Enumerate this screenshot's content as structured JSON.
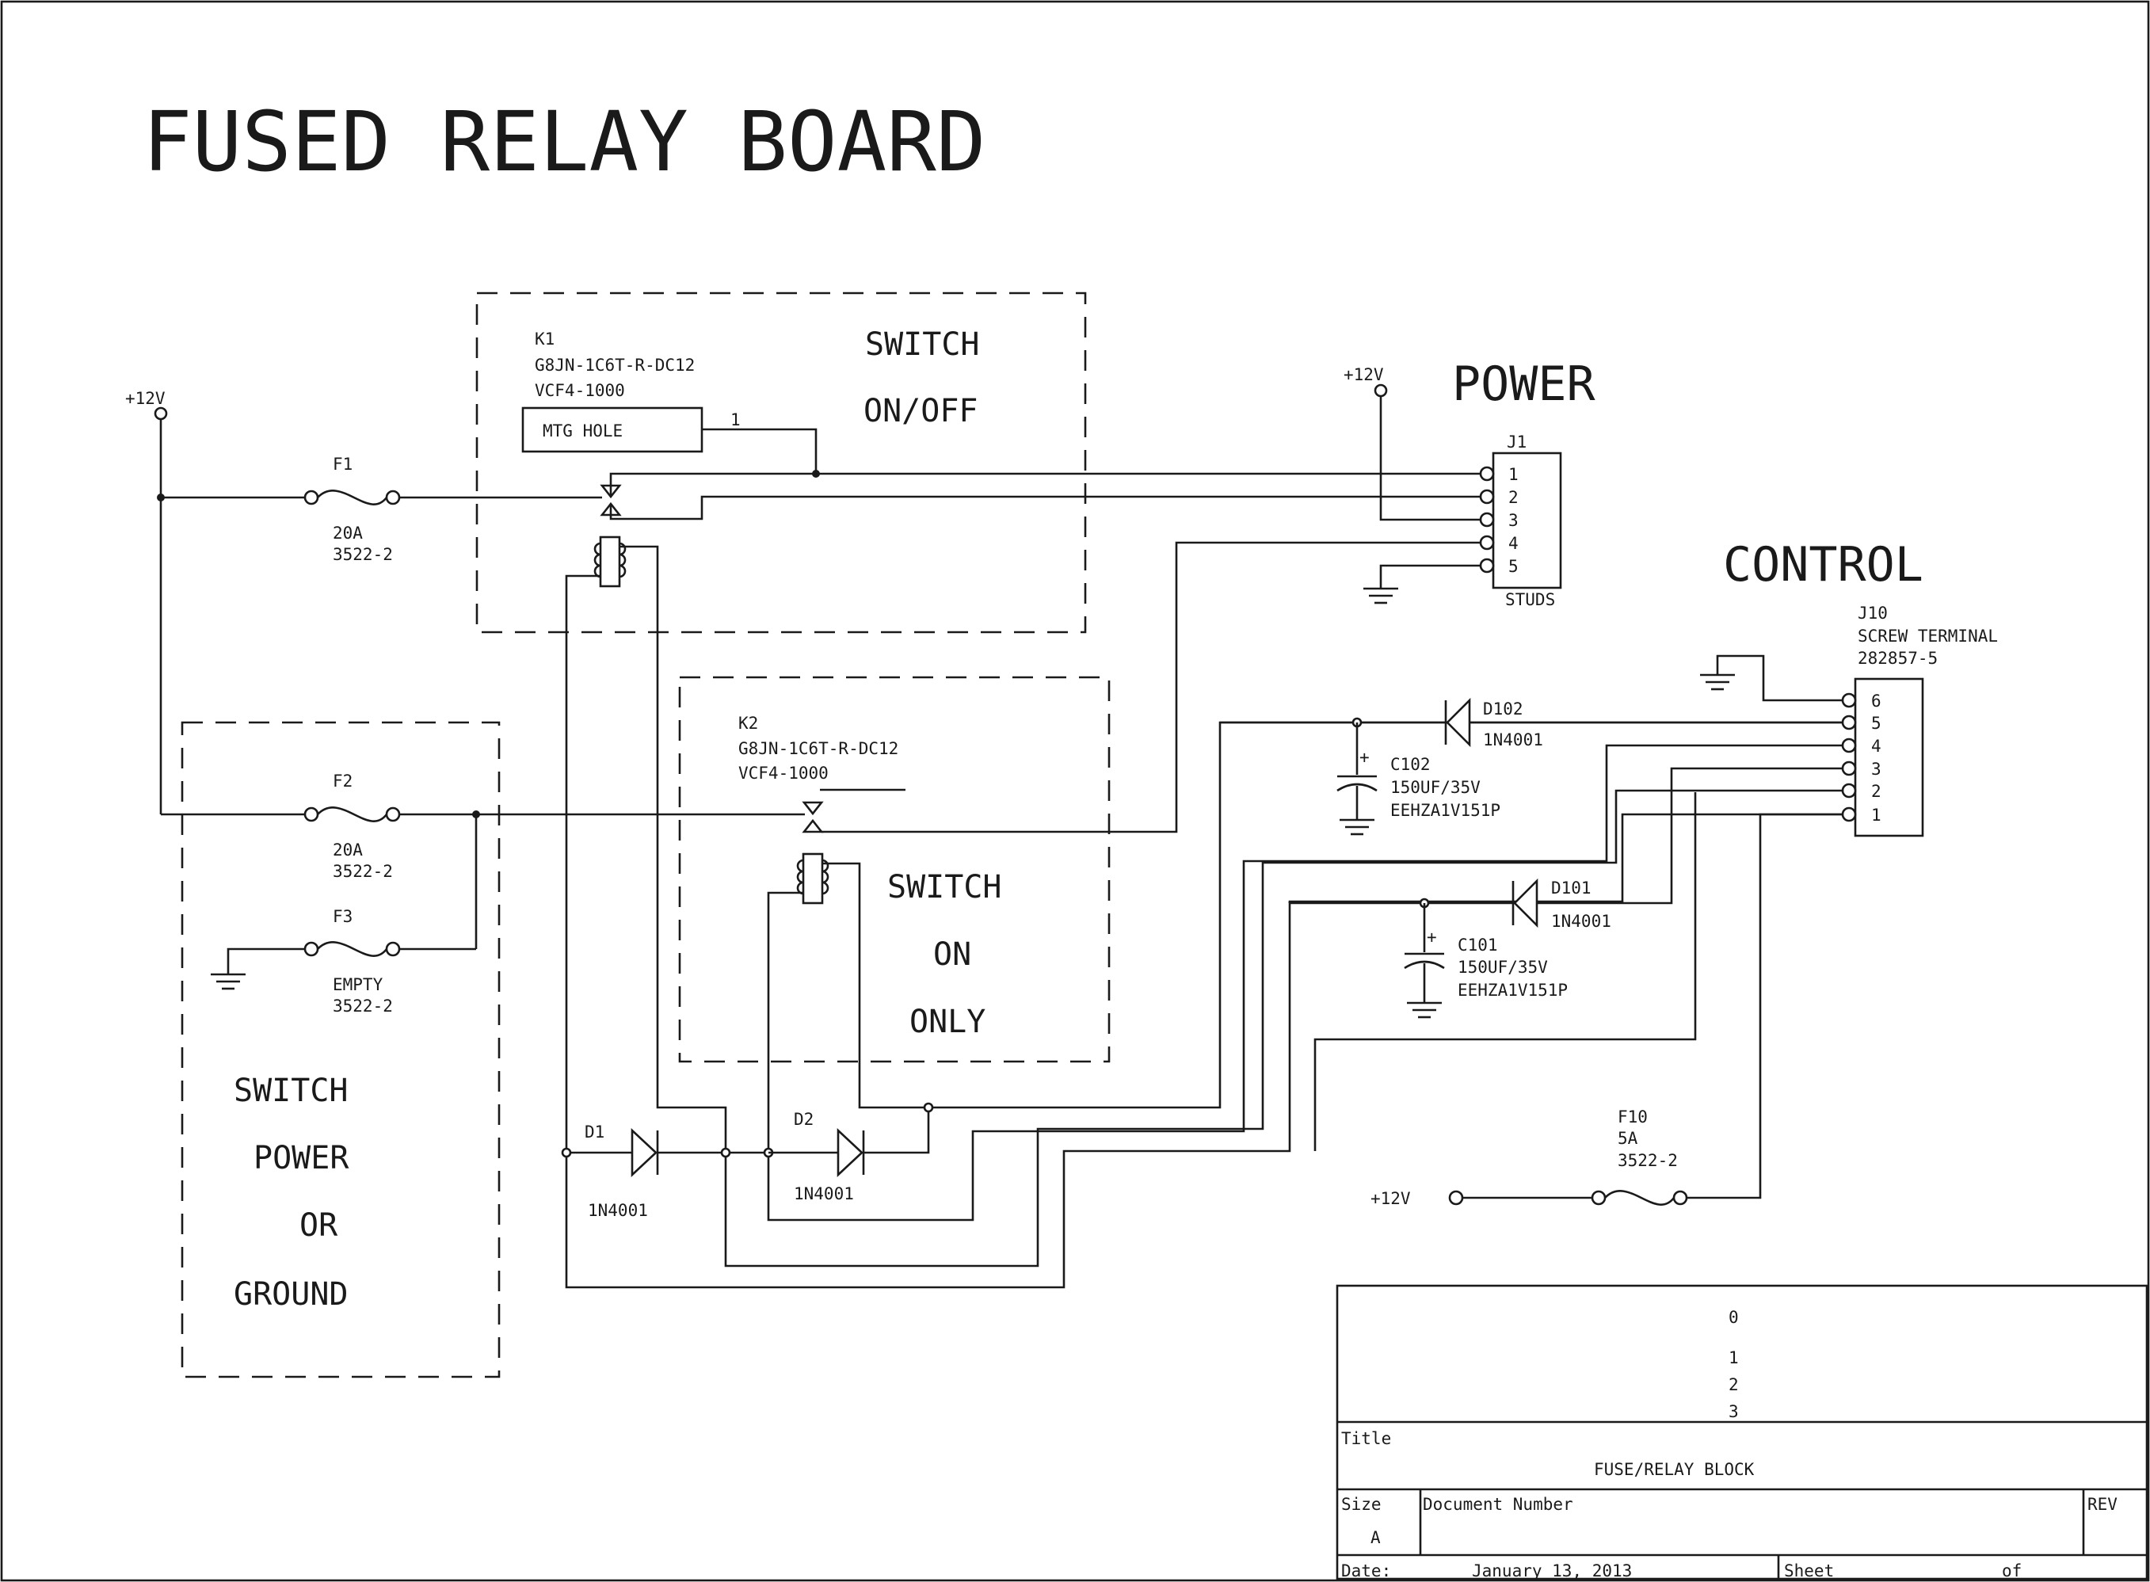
{
  "title": "FUSED RELAY BOARD",
  "blocks": {
    "switch_on_off": [
      "SWITCH",
      "ON/OFF"
    ],
    "switch_on_only": [
      "SWITCH",
      "ON",
      "ONLY"
    ],
    "switch_power_ground": [
      "SWITCH",
      "POWER",
      "OR",
      "GROUND"
    ]
  },
  "sections": {
    "power": "POWER",
    "control": "CONTROL"
  },
  "nets": {
    "v12_left": "+12V",
    "v12_power": "+12V",
    "v12_bottom": "+12V"
  },
  "k1": {
    "ref": "K1",
    "part": "G8JN-1C6T-R-DC12",
    "socket": "VCF4-1000"
  },
  "k2": {
    "ref": "K2",
    "part": "G8JN-1C6T-R-DC12",
    "socket": "VCF4-1000"
  },
  "mtg": {
    "label": "MTG HOLE",
    "pin": "1"
  },
  "f1": {
    "ref": "F1",
    "rating": "20A",
    "part": "3522-2"
  },
  "f2": {
    "ref": "F2",
    "rating": "20A",
    "part": "3522-2"
  },
  "f3": {
    "ref": "F3",
    "rating": "EMPTY",
    "part": "3522-2"
  },
  "f10": {
    "ref": "F10",
    "rating": "5A",
    "part": "3522-2"
  },
  "j1": {
    "ref": "J1",
    "pins": [
      "1",
      "2",
      "3",
      "4",
      "5"
    ],
    "type": "STUDS"
  },
  "j10": {
    "ref": "J10",
    "type": "SCREW TERMINAL",
    "part": "282857-5",
    "pins": [
      "6",
      "5",
      "4",
      "3",
      "2",
      "1"
    ]
  },
  "d1": {
    "ref": "D1",
    "part": "1N4001"
  },
  "d2": {
    "ref": "D2",
    "part": "1N4001"
  },
  "d101": {
    "ref": "D101",
    "part": "1N4001"
  },
  "d102": {
    "ref": "D102",
    "part": "1N4001"
  },
  "c101": {
    "ref": "C101",
    "value": "150UF/35V",
    "part": "EEHZA1V151P",
    "polarity": "+"
  },
  "c102": {
    "ref": "C102",
    "value": "150UF/35V",
    "part": "EEHZA1V151P",
    "polarity": "+"
  },
  "title_block": {
    "rev_rows": [
      "0",
      "1",
      "2",
      "3"
    ],
    "title_label": "Title",
    "title_value": "FUSE/RELAY BLOCK",
    "size_label": "Size",
    "size_value": "A",
    "doc_label": "Document Number",
    "rev_label": "REV",
    "date_label": "Date:",
    "date_value": "January 13, 2013",
    "sheet_label": "Sheet",
    "of_label": "of"
  }
}
